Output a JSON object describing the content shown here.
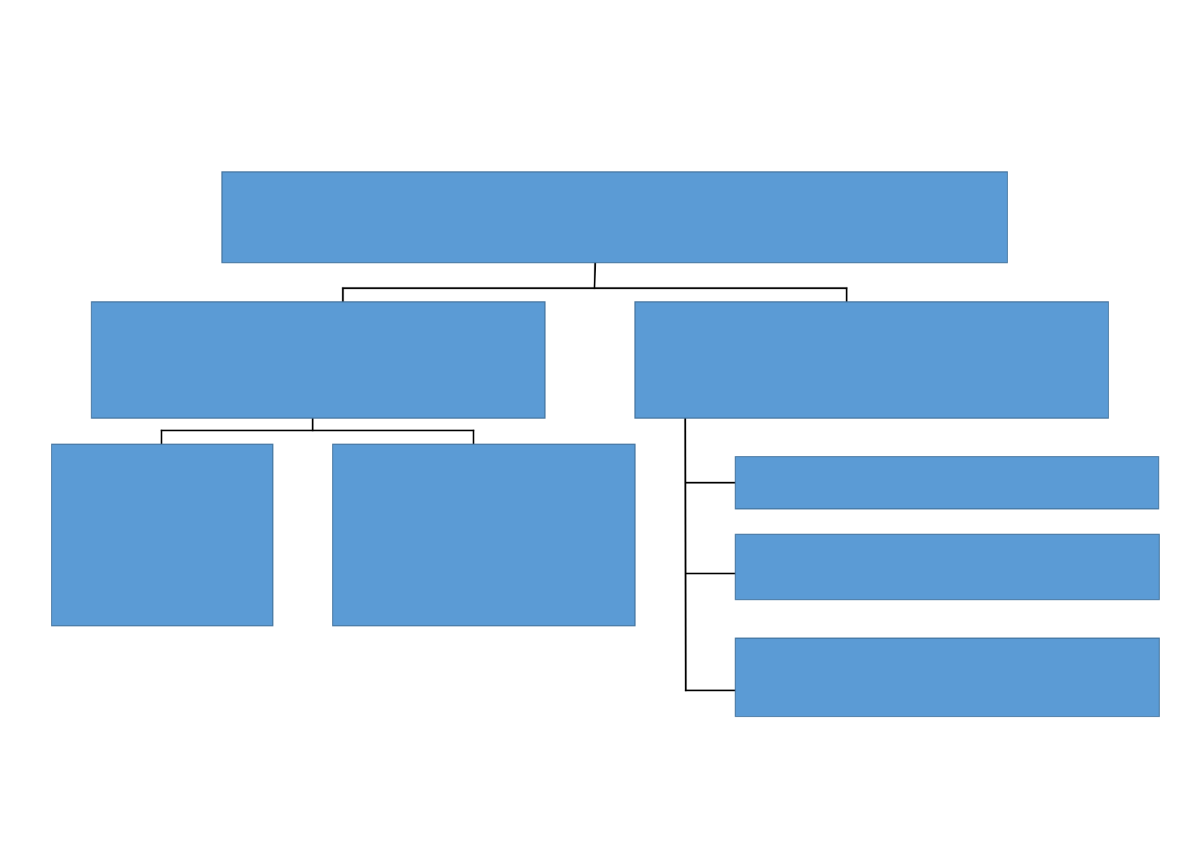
{
  "diagram": {
    "type": "organization-chart",
    "colors": {
      "box_fill": "#5b9bd5",
      "box_border": "#41719c",
      "connector": "#000000",
      "background": "#ffffff"
    },
    "nodes": [
      {
        "id": "root",
        "parent": null,
        "label": ""
      },
      {
        "id": "branch-left",
        "parent": "root",
        "label": ""
      },
      {
        "id": "branch-right",
        "parent": "root",
        "label": ""
      },
      {
        "id": "left-child-1",
        "parent": "branch-left",
        "label": ""
      },
      {
        "id": "left-child-2",
        "parent": "branch-left",
        "label": ""
      },
      {
        "id": "right-child-1",
        "parent": "branch-right",
        "label": ""
      },
      {
        "id": "right-child-2",
        "parent": "branch-right",
        "label": ""
      },
      {
        "id": "right-child-3",
        "parent": "branch-right",
        "label": ""
      }
    ]
  }
}
